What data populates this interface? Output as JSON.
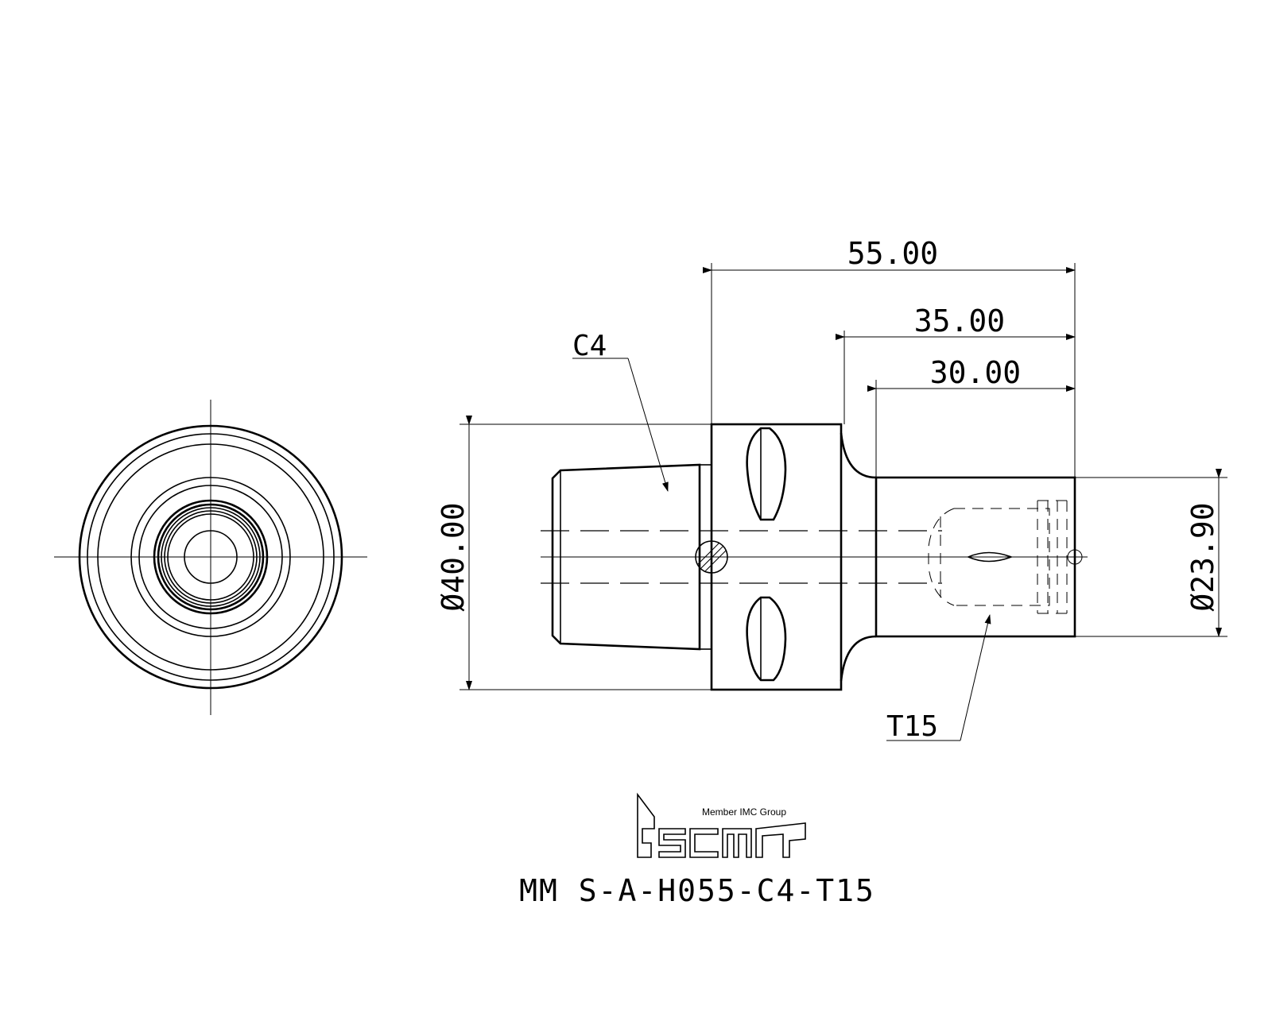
{
  "dimensions": {
    "overall_length": "55.00",
    "shank_length": "35.00",
    "bore_depth": "30.00",
    "body_diameter": "Ø40.00",
    "shank_diameter": "Ø23.90"
  },
  "callouts": {
    "clamping_size": "C4",
    "thread_size": "T15"
  },
  "logo": {
    "brand": "iscar",
    "tagline": "Member IMC Group"
  },
  "part_number": "MM S-A-H055-C4-T15"
}
